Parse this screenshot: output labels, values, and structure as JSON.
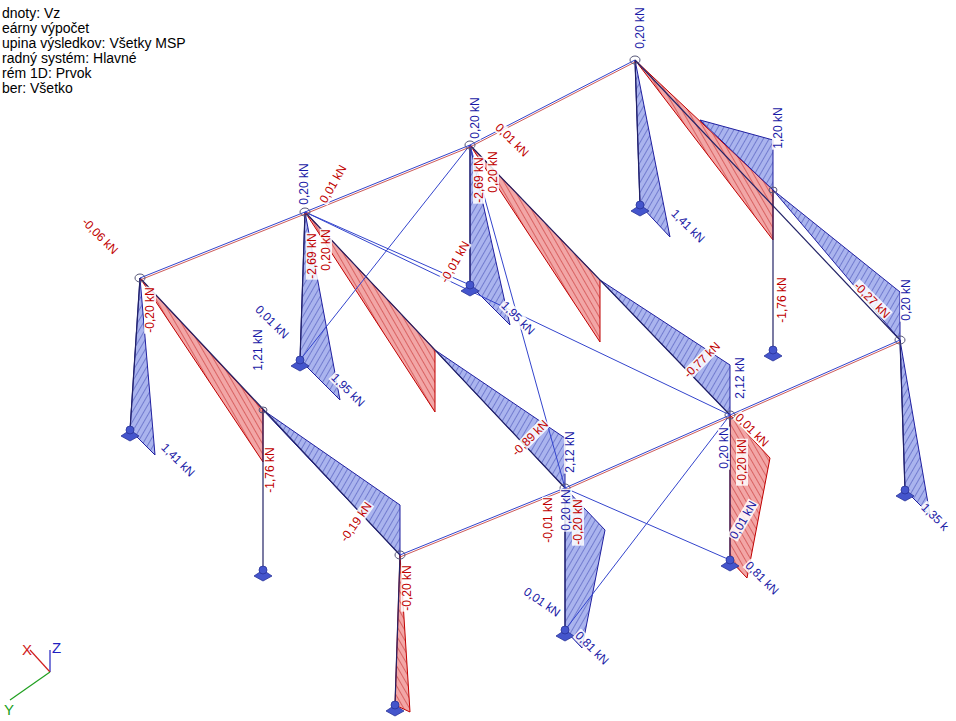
{
  "diagram": {
    "labels": [
      "dnoty: Vz",
      "eárny výpočet",
      "upina výsledkov: Všetky MSP",
      "radný systém: Hlavné",
      "rém 1D: Prvok",
      "ber: Všetko",
      "0,20 kN",
      "0,20 kN",
      "0,20 kN",
      "0,01 kN",
      "1,20 kN",
      "1,41 kN",
      "1,95 kN",
      "1,95 kN",
      "1,41 kN",
      "1,21 kN",
      "0,01 kN",
      "2,12 kN",
      "2,12 kN",
      "0,20 kN",
      "1,35 k",
      "0,01 kN",
      "0,81 kN",
      "0,01 kN",
      "0,81 kN",
      "-0,06 kN",
      "-0,20 kN",
      "-0,20 kN",
      "-0,19 kN",
      "-1,76 kN",
      "-1,76 kN",
      "-2,69 kN",
      "0,20 kN",
      "-2,69 kN",
      "0,20 kN",
      "0,01 kN",
      "-0,01 kN",
      "-0,89 kN",
      "-0,77 kN",
      "-0,01 kN",
      "-0,20 kN",
      "0,20 kN",
      "0,01 kN",
      "-0,20 kN",
      "-0,27 kN",
      "0,20 kN",
      "X",
      "Z",
      "Y"
    ]
  }
}
